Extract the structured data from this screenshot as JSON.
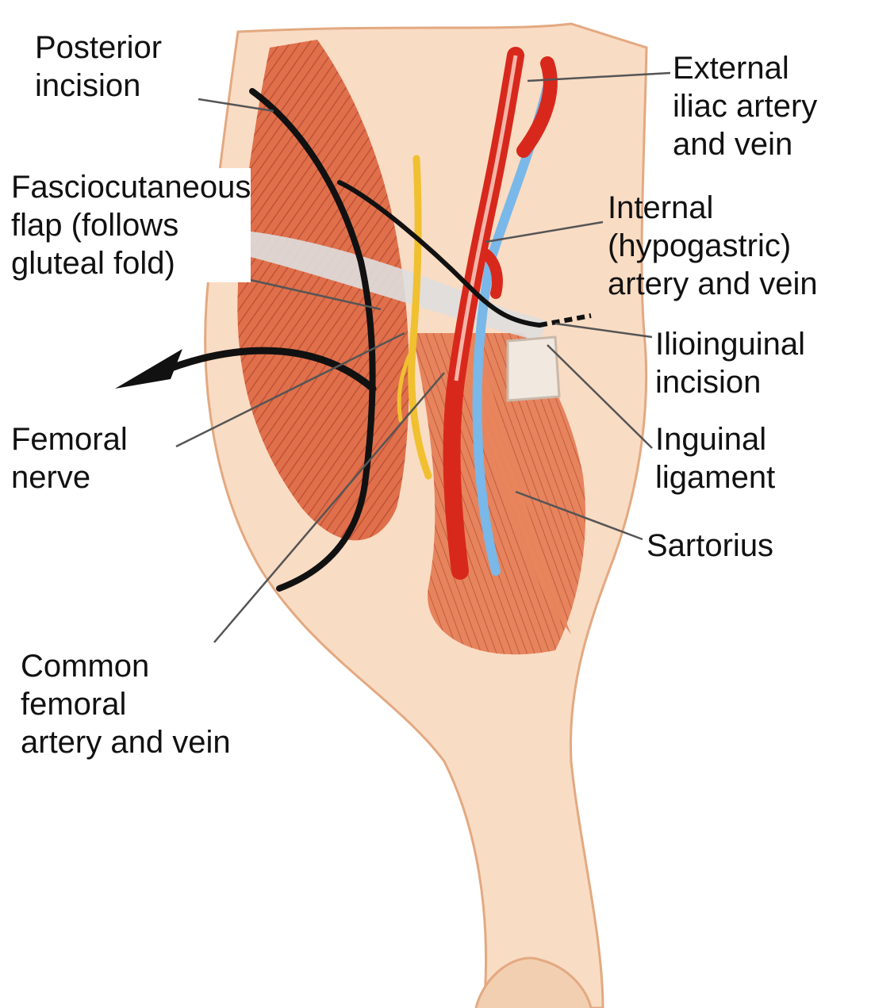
{
  "labels": {
    "posterior_incision": [
      "Posterior",
      "incision"
    ],
    "external_iliac": [
      "External",
      "iliac artery",
      "and vein"
    ],
    "fasciocutaneous_flap": [
      "Fasciocutaneous",
      "flap (follows",
      "gluteal fold)"
    ],
    "internal_hypogastric": [
      "Internal",
      "(hypogastric)",
      "artery and vein"
    ],
    "ilioinguinal_incision": [
      "Ilioinguinal",
      "incision"
    ],
    "femoral_nerve": [
      "Femoral",
      "nerve"
    ],
    "inguinal_ligament": [
      "Inguinal",
      "ligament"
    ],
    "sartorius": [
      "Sartorius"
    ],
    "common_femoral": [
      "Common",
      "femoral",
      "artery and vein"
    ]
  },
  "colors": {
    "skin": "#f9dcc4",
    "skin_outline": "#e3a981",
    "muscle": "#de6a45",
    "muscle_fiber": "#b8442a",
    "artery": "#d8281c",
    "vein": "#79b8e8",
    "nerve": "#f0c030",
    "ligament": "#dedede",
    "incision": "#111111",
    "leader": "#555555"
  }
}
